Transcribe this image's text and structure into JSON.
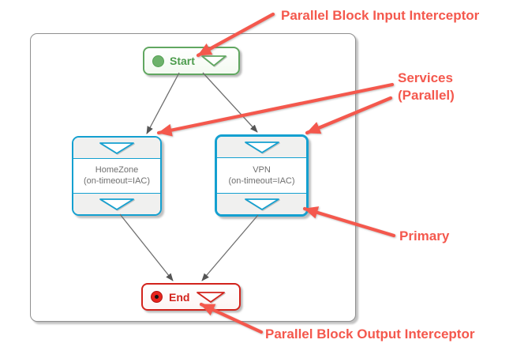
{
  "diagram": {
    "start_node": {
      "label": "Start",
      "state_icon": "filled-circle",
      "interceptor_icon": "triangle-down-outline"
    },
    "end_node": {
      "label": "End",
      "state_icon": "bullseye-circle",
      "interceptor_icon": "triangle-down-outline"
    },
    "services": [
      {
        "name": "HomeZone",
        "config": "(on-timeout=IAC)",
        "primary": false,
        "top_icon": "triangle-down-outline",
        "bottom_icon": "triangle-down-outline"
      },
      {
        "name": "VPN",
        "config": "(on-timeout=IAC)",
        "primary": true,
        "top_icon": "triangle-down-outline",
        "bottom_icon": "triangle-down-outline"
      }
    ]
  },
  "annotations": {
    "input_interceptor": {
      "label": "Parallel Block Input Interceptor"
    },
    "services_parallel": {
      "label_line1": "Services",
      "label_line2": "(Parallel)"
    },
    "primary": {
      "label": "Primary"
    },
    "output_interceptor": {
      "label": "Parallel Block Output Interceptor"
    }
  },
  "colors": {
    "annotation_red": "#f4584d",
    "start_green": "#4d9c4d",
    "end_red": "#d2231c",
    "service_cyan": "#14a0d0",
    "connector_gray": "#6e6e6e",
    "band_gray": "#f0f0ef",
    "container_border_gray": "#8f8f8f"
  }
}
